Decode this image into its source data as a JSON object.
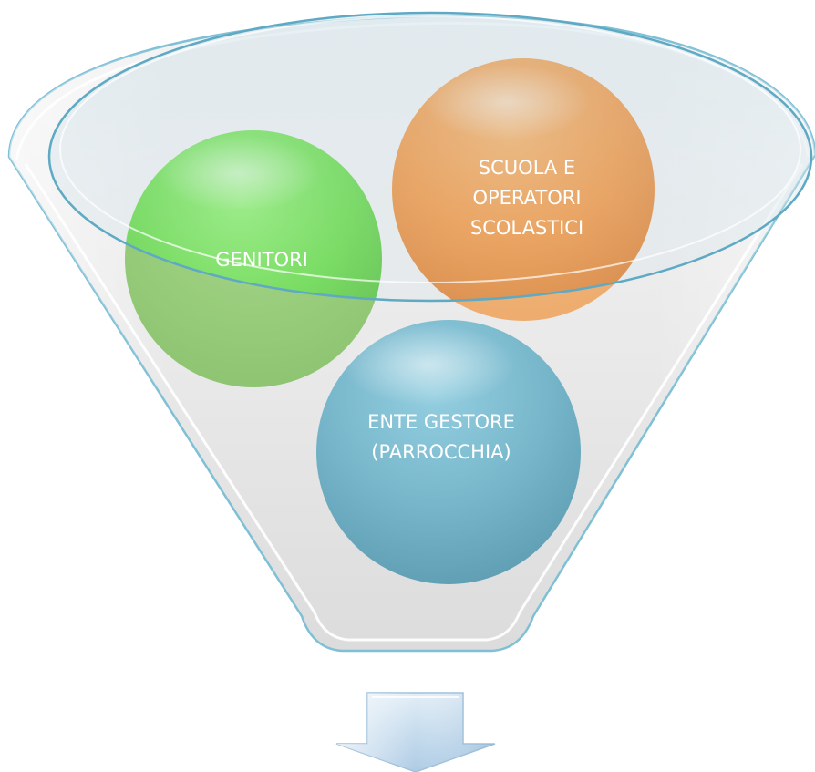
{
  "diagram": {
    "circles": [
      {
        "id": "genitori",
        "lines": [
          "GENITORI"
        ],
        "color": "#55dd35"
      },
      {
        "id": "scuola",
        "lines": [
          "SCUOLA E",
          "OPERATORI",
          "SCOLASTICI"
        ],
        "color": "#f4841e"
      },
      {
        "id": "ente",
        "lines": [
          "ENTE GESTORE",
          "(PARROCCHIA)"
        ],
        "color": "#7bb8cc"
      }
    ],
    "colors": {
      "funnel_outline": "#6fb7cf",
      "funnel_fill": "#e6e6e6",
      "arrow": "#c3dcef"
    }
  }
}
